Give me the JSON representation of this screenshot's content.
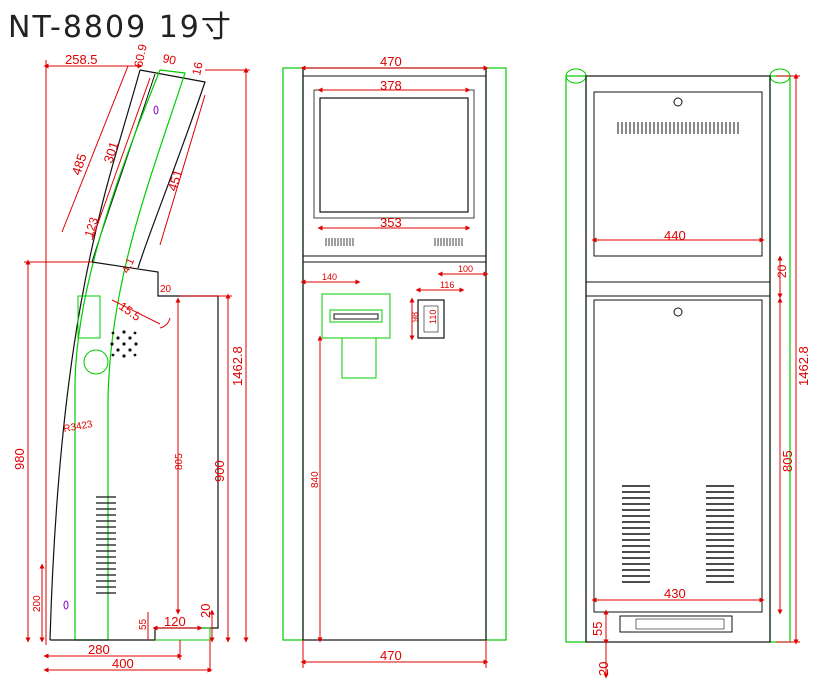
{
  "title": "NT-8809 19寸",
  "colors": {
    "dimension": "#e00000",
    "frame": "#111111",
    "pillar": "#00cc00",
    "accent": "#8800cc"
  },
  "side_view": {
    "labels": {
      "d258_5": "258.5",
      "d60_9": "60.9",
      "d90": "90",
      "d16": "16",
      "d485": "485",
      "d301": "301",
      "d451": "451",
      "d123": "123",
      "d4_1": "4.1",
      "d15_5": "15.5",
      "d20": "20",
      "r3423": "R3423",
      "d805": "805",
      "d980": "980",
      "d900": "900",
      "d1462_8": "1462.8",
      "d200": "200",
      "d55": "55",
      "d120": "120",
      "d20b": "20",
      "d280": "280",
      "d400": "400"
    }
  },
  "front_view": {
    "labels": {
      "d470_top": "470",
      "d378": "378",
      "d353": "353",
      "d140": "140",
      "d100": "100",
      "d116": "116",
      "d98": "98",
      "d110": "110",
      "d840": "840",
      "d470_bottom": "470"
    }
  },
  "back_view": {
    "labels": {
      "d440": "440",
      "d20": "20",
      "d1462_8": "1462.8",
      "d805": "805",
      "d430": "430",
      "d55": "55",
      "d20b": "20"
    }
  }
}
